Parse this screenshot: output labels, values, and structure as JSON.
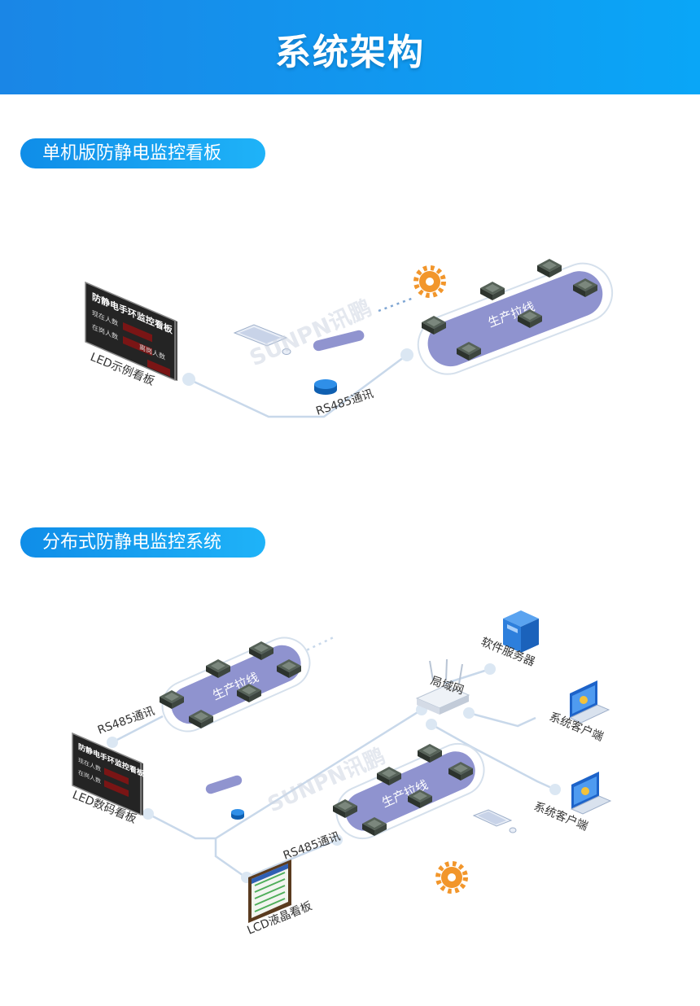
{
  "header": {
    "title": "系统架构"
  },
  "sections": [
    {
      "heading": "单机版防静电监控看板",
      "board": {
        "title": "防静电手环监控看板",
        "row1_label": "现在人数",
        "row2_label": "在岗人数",
        "row2_right": "离岗人数"
      },
      "labels": {
        "led": "LED示例看板",
        "rs485": "RS485通讯",
        "line": "生产拉线",
        "watermark": "SUNPN讯鹏"
      }
    },
    {
      "heading": "分布式防静电监控系统",
      "board": {
        "title": "防静电手环监控看板",
        "row1_label": "现在人数",
        "row2_label": "在岗人数"
      },
      "labels": {
        "rs485_top": "RS485通讯",
        "line_top": "生产拉线",
        "lan": "局域网",
        "server": "软件服务器",
        "client1": "系统客户端",
        "client2": "系统客户端",
        "led": "LED数码看板",
        "rs485_bottom": "RS485通讯",
        "line_bottom": "生产拉线",
        "lcd": "LCD液晶看板",
        "watermark": "SUNPN讯鹏"
      }
    }
  ],
  "colors": {
    "header_start": "#1a86e6",
    "header_end": "#0aa6f7",
    "lane": "#8f93cf",
    "connector": "#c8d8ea",
    "node": "#dbe7f3",
    "gear": "#f2962b",
    "server": "#1f74d6"
  }
}
